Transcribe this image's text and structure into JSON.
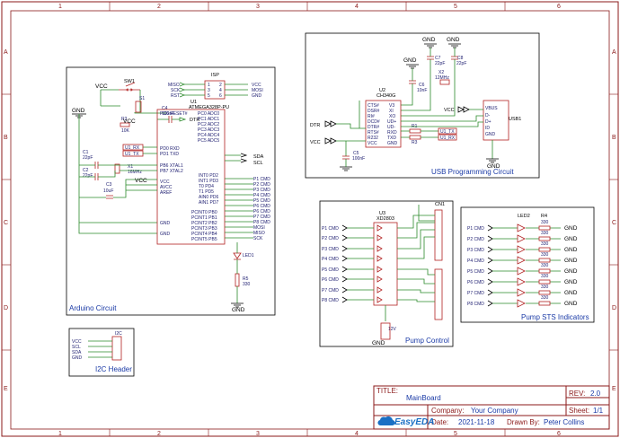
{
  "frame": {
    "col_labels": [
      "1",
      "2",
      "3",
      "4",
      "5",
      "6"
    ],
    "row_labels": [
      "A",
      "B",
      "C",
      "D",
      "E"
    ]
  },
  "arduino": {
    "title": "Arduino Circuit",
    "isp_label": "ISP",
    "isp_pins_left": [
      "MISO",
      "SCK",
      "RST"
    ],
    "isp_pins_right": [
      "VCC",
      "MOSI",
      "GND"
    ],
    "isp_nums": [
      "1",
      "2",
      "3",
      "4",
      "5",
      "6"
    ],
    "mcu_ref": "U1",
    "mcu_part": "ATMEGA328P-PU",
    "mcu_left_pins": [
      "PC6 RESET#",
      "PD0 RXD",
      "PD1 TXD",
      "PB6 XTAL1",
      "PB7 XTAL2",
      "VCC",
      "AVCC",
      "AREF",
      "GND",
      "GND"
    ],
    "mcu_right_top": [
      "PC0 ADC0",
      "PC1 ADC1",
      "PC2 ADC2",
      "PC3 ADC3",
      "PC4 ADC4",
      "PC5 ADC5"
    ],
    "mcu_right_mid": [
      "INT0 PD2",
      "INT1 PD3",
      "T0 PD4",
      "T1 PD5",
      "AIN0 PD6",
      "AIN1 PD7"
    ],
    "mcu_right_bot": [
      "PCINT0 PB0",
      "PCINT1 PB1",
      "PCINT2 PB2",
      "PCINT3 PB3",
      "PCINT4 PB4",
      "PCINT5 PB5"
    ],
    "nets_top": [
      "SDA",
      "SCL"
    ],
    "nets_mid": [
      "P1 CMD",
      "P2 CMD",
      "P3 CMD",
      "P4 CMD",
      "P5 CMD",
      "P6 CMD"
    ],
    "nets_bot": [
      "P6 CMD",
      "P7 CMD",
      "P8 CMD",
      "MOSI",
      "MISO",
      "SCK"
    ],
    "sw_label": "SW1",
    "vcc": "VCC",
    "gnd": "GND",
    "r2": "R2",
    "r2_val": "10K",
    "r5": "R5",
    "r5_val": "330",
    "c4": "C4",
    "c4_val": "100nF",
    "dtr": "DTR",
    "c1": "C1",
    "c1_val": "22pF",
    "c2": "C2",
    "c2_val": "22pF",
    "c3": "C3",
    "c3_val": "10uF",
    "x1": "X1",
    "x1_val": "16MHz",
    "led1": "LED1",
    "u1_rx": "U1_RX",
    "u1_tx": "U1_TX",
    "s1": "S1"
  },
  "usb": {
    "title": "USB Programming Circuit",
    "u2": "U2",
    "u2_part": "CH340G",
    "u2_left": [
      "CTS#",
      "DSR#",
      "RI#",
      "DCD#",
      "DTR#",
      "RTS#",
      "R232",
      "VCC"
    ],
    "u2_right": [
      "V3",
      "XI",
      "XO",
      "UD+",
      "UD-",
      "RXD",
      "TXD",
      "GND"
    ],
    "c7": "C7",
    "c7_val": "22pF",
    "c8": "C8",
    "c8_val": "22pF",
    "c6": "C6",
    "c6_val": "10nF",
    "c5": "C5",
    "c5_val": "100nF",
    "x2": "X2",
    "x2_val": "12MHz",
    "r1": "R1",
    "r3": "R3",
    "usb1": "USB1",
    "usb_pins": [
      "VBUS",
      "D-",
      "D+",
      "ID",
      "GND"
    ],
    "dtr": "DTR",
    "vcc": "VCC",
    "u1_tx": "U1_TX",
    "u1_rx": "U1_RX",
    "gnd": "GND"
  },
  "pump": {
    "title": "Pump Control",
    "u3": "U3",
    "u3_part": "XD2803",
    "cn1": "CN1",
    "inputs": [
      "P1 CMD",
      "P2 CMD",
      "P3 CMD",
      "P4 CMD",
      "P5 CMD",
      "P6 CMD",
      "P7 CMD",
      "P8 CMD"
    ],
    "supply": "12V",
    "gnd": "GND"
  },
  "sts": {
    "title": "Pump STS Indicators",
    "led2": "LED2",
    "r4": "R4",
    "r4_vals": [
      "330",
      "330",
      "330",
      "330",
      "330",
      "330",
      "330",
      "330"
    ],
    "inputs": [
      "P1 CMD",
      "P2 CMD",
      "P3 CMD",
      "P4 CMD",
      "P5 CMD",
      "P6 CMD",
      "P7 CMD",
      "P8 CMD"
    ],
    "gnd": "GND"
  },
  "i2c": {
    "title": "I2C Header",
    "ref": "I2C",
    "pins": [
      "VCC",
      "SCL",
      "SDA",
      "GND"
    ]
  },
  "title_block": {
    "title_label": "TITLE:",
    "title_value": "MainBoard",
    "rev_label": "REV:",
    "rev_value": "2.0",
    "company_label": "Company:",
    "company_value": "Your Company",
    "sheet_label": "Sheet:",
    "sheet_value": "1/1",
    "date_label": "Date:",
    "date_value": "2021-11-18",
    "drawn_label": "Drawn By:",
    "drawn_value": "Peter Collins",
    "logo": "EasyEDA"
  },
  "colors": {
    "frame": "#8b1a1a",
    "wire": "#2b8a2b",
    "component": "#b22222",
    "text": "#1a3aa6"
  }
}
